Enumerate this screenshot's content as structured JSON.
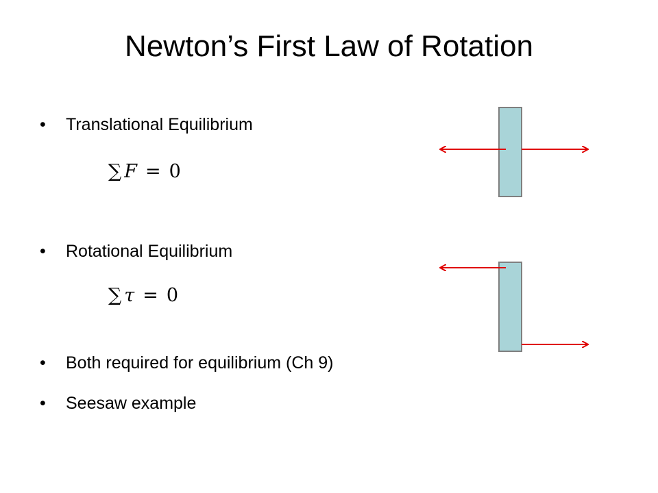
{
  "slide": {
    "title": "Newton’s First Law of Rotation",
    "bullets": [
      {
        "symbol": "•",
        "text": "Translational Equilibrium"
      },
      {
        "symbol": "•",
        "text": "Rotational Equilibrium"
      },
      {
        "symbol": "•",
        "text": "Both required for equilibrium (Ch 9)"
      },
      {
        "symbol": "•",
        "text": "Seesaw example"
      }
    ],
    "equations": [
      {
        "sum": "∑",
        "variable": "F",
        "equals": "=",
        "value": "0"
      },
      {
        "sum": "∑",
        "variable": "τ",
        "equals": "=",
        "value": "0"
      }
    ]
  },
  "colors": {
    "bar_fill": "#a9d4d8",
    "bar_stroke": "#7f7f7f",
    "arrow": "#e00000"
  }
}
